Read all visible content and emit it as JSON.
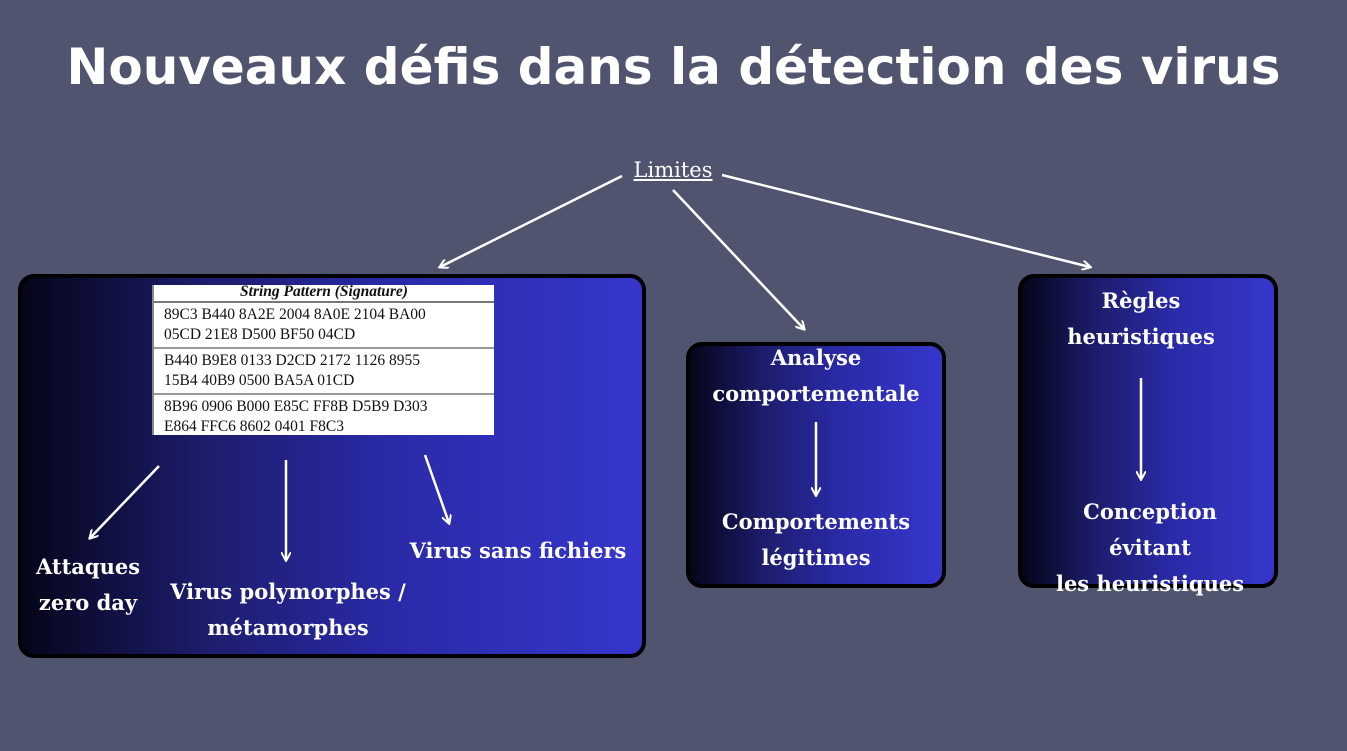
{
  "title": "Nouveaux défis dans la détection des virus",
  "root": "Limites",
  "signature_table": {
    "header": "String Pattern (Signature)",
    "rows": [
      "89C3 B440 8A2E 2004 8A0E 2104 BA00\n05CD 21E8 D500 BF50 04CD",
      "B440 B9E8 0133 D2CD 2172 1126 8955\n15B4 40B9 0500 BA5A 01CD",
      "8B96 0906 B000 E85C FF8B D5B9 D303\nE864 FFC6 8602 0401 F8C3"
    ]
  },
  "signature_box": {
    "items": [
      "Attaques\nzero day",
      "Virus polymorphes /\nmétamorphes",
      "Virus sans fichiers"
    ]
  },
  "behavior_box": {
    "top": "Analyse\ncomportementale",
    "bottom": "Comportements\nlégitimes"
  },
  "heuristic_box": {
    "top": "Règles\nheuristiques",
    "bottom": "Conception évitant\nles heuristiques"
  },
  "colors": {
    "background": "#50546f",
    "box_gradient_end": "#3636cc",
    "box_gradient_start": "#05051a"
  }
}
